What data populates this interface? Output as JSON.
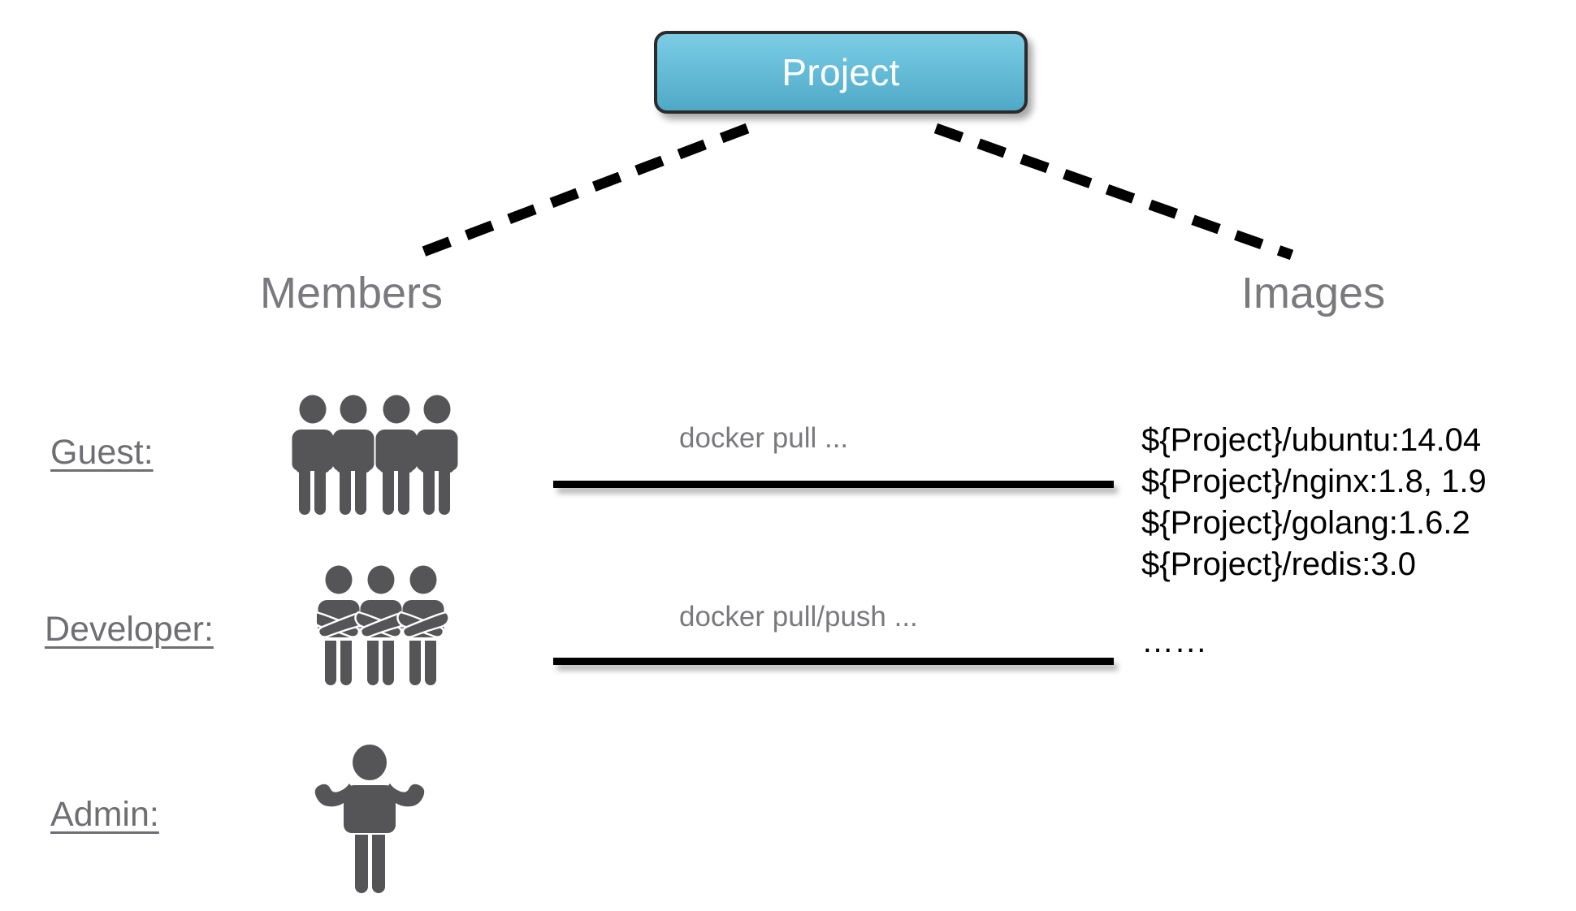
{
  "diagram": {
    "root": {
      "label": "Project",
      "fill_top": "#7ecce4",
      "fill_bottom": "#4fa9c6",
      "border_color": "#2b2b2b",
      "text_color": "#ffffff"
    },
    "columns": [
      {
        "name": "members",
        "label": "Members"
      },
      {
        "name": "images",
        "label": "Images"
      }
    ],
    "heading_color": "#7a7a7e",
    "roles": [
      {
        "name": "guest",
        "label": "Guest:",
        "figure_count": 4,
        "pose": "standing"
      },
      {
        "name": "developer",
        "label": "Developer:",
        "figure_count": 3,
        "pose": "arms-crossed"
      },
      {
        "name": "admin",
        "label": "Admin:",
        "figure_count": 1,
        "pose": "arms-raised"
      }
    ],
    "role_label_color": "#6f6f73",
    "figure_color": "#555557",
    "relations": [
      {
        "name": "pull",
        "caption": "docker pull ..."
      },
      {
        "name": "pull-push",
        "caption": "docker pull/push ..."
      }
    ],
    "relation_caption_color": "#7a7a7e",
    "relation_line_color": "#000000",
    "images": {
      "entries": [
        "${Project}/ubuntu:14.04",
        "${Project}/nginx:1.8,  1.9",
        "${Project}/golang:1.6.2",
        "${Project}/redis:3.0"
      ],
      "more": "…...",
      "text_color": "#000000"
    },
    "connectors": [
      {
        "name": "project-to-members",
        "style": "dashed",
        "color": "#000000"
      },
      {
        "name": "project-to-images",
        "style": "dashed",
        "color": "#000000"
      }
    ]
  }
}
